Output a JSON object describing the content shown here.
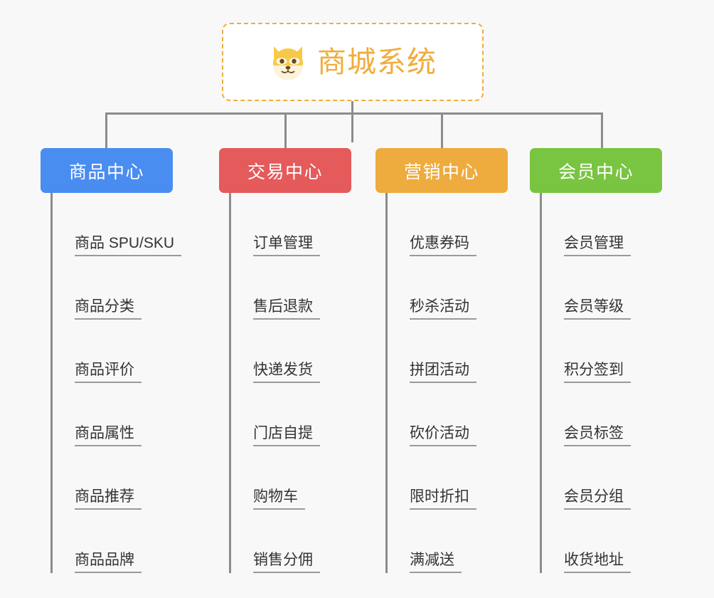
{
  "diagram": {
    "type": "org-chart",
    "background_color": "#f8f8f8",
    "connector_color": "#8c8c8c",
    "root": {
      "title": "商城系统",
      "icon": "shiba-dog-emoji",
      "accent_color": "#f0ad3c",
      "border_style": "dashed",
      "fill_color": "#ffffff"
    },
    "branches": [
      {
        "label": "商品中心",
        "color": "#4a8df0",
        "items": [
          {
            "label": "商品 SPU/SKU"
          },
          {
            "label": "商品分类"
          },
          {
            "label": "商品评价"
          },
          {
            "label": "商品属性"
          },
          {
            "label": "商品推荐"
          },
          {
            "label": "商品品牌"
          }
        ]
      },
      {
        "label": "交易中心",
        "color": "#e55a5a",
        "items": [
          {
            "label": "订单管理"
          },
          {
            "label": "售后退款"
          },
          {
            "label": "快递发货"
          },
          {
            "label": "门店自提"
          },
          {
            "label": "购物车"
          },
          {
            "label": "销售分佣"
          }
        ]
      },
      {
        "label": "营销中心",
        "color": "#eeab3e",
        "items": [
          {
            "label": "优惠券码"
          },
          {
            "label": "秒杀活动"
          },
          {
            "label": "拼团活动"
          },
          {
            "label": "砍价活动"
          },
          {
            "label": "限时折扣"
          },
          {
            "label": "满减送"
          }
        ]
      },
      {
        "label": "会员中心",
        "color": "#79c441",
        "items": [
          {
            "label": "会员管理"
          },
          {
            "label": "会员等级"
          },
          {
            "label": "积分签到"
          },
          {
            "label": "会员标签"
          },
          {
            "label": "会员分组"
          },
          {
            "label": "收货地址"
          }
        ]
      }
    ]
  }
}
